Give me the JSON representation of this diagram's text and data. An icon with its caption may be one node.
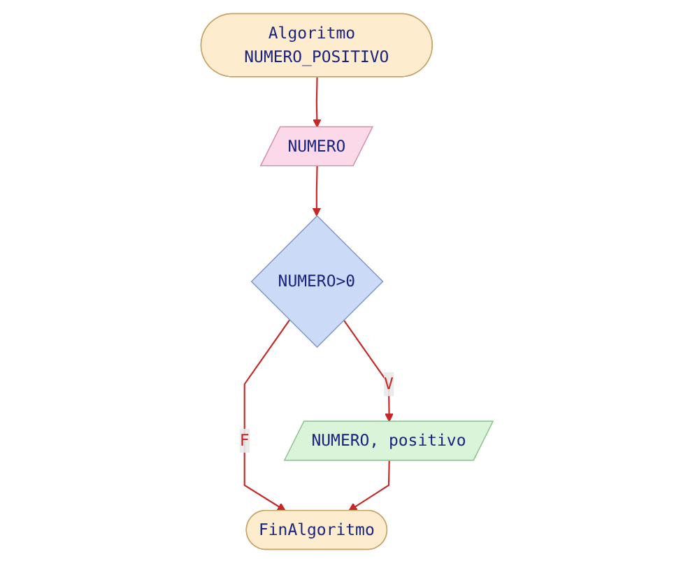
{
  "diagram": {
    "nodes": [
      {
        "text": [
          "Algoritmo NUMERO_POSITIVO"
        ]
      },
      {
        "text": [
          "NUMERO"
        ]
      },
      {
        "text": [
          "NUMERO>0"
        ]
      },
      {
        "text": [
          "NUMERO, positivo"
        ]
      },
      {
        "text": [
          "FinAlgoritmo"
        ]
      }
    ],
    "edges": [
      {
        "from": 0,
        "to": 1,
        "arrow": "to"
      },
      {
        "from": 1,
        "to": 2,
        "arrow": "to"
      },
      {
        "from": 2,
        "to": 3,
        "label": "V",
        "arrow": "to"
      },
      {
        "from": 2,
        "to": 4,
        "label": "F",
        "arrow": "to"
      },
      {
        "from": 3,
        "to": 4,
        "arrow": "to"
      }
    ]
  }
}
